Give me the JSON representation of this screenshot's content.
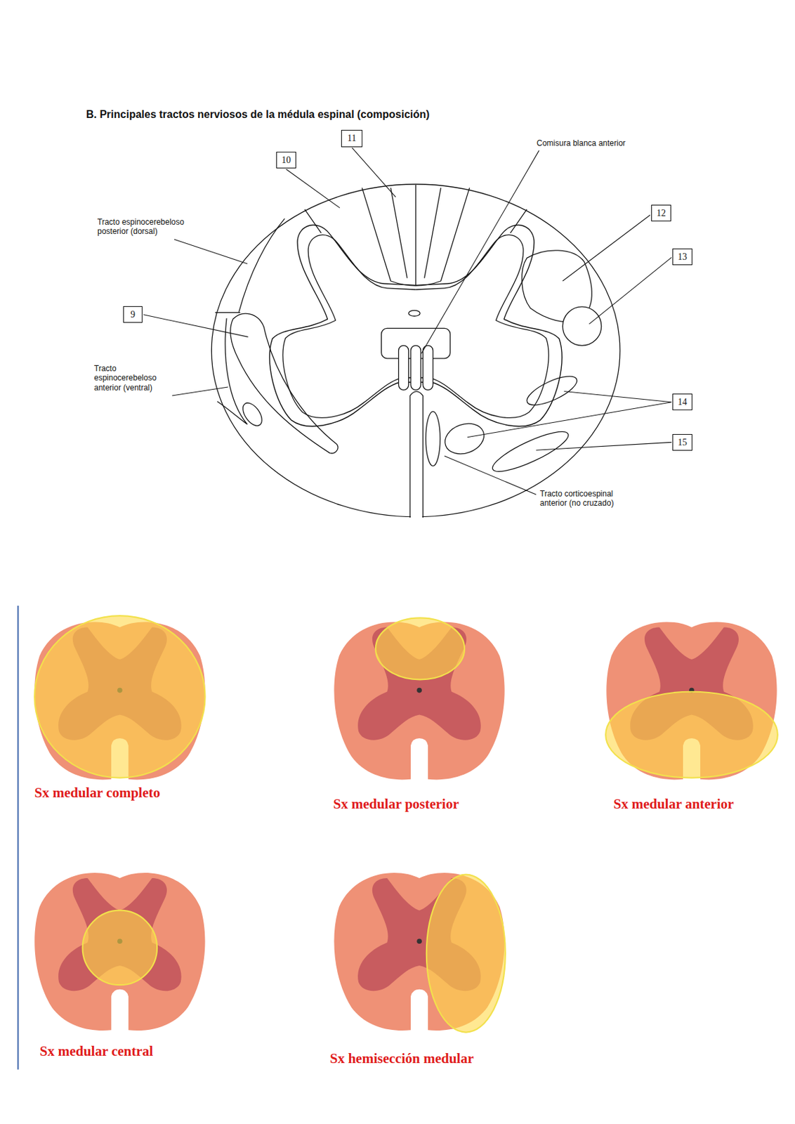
{
  "diagram": {
    "title": "B. Principales tractos nerviosos de la médula espinal (composición)",
    "nodes": [
      {
        "text": [
          "11"
        ]
      },
      {
        "text": [
          "10"
        ]
      },
      {
        "text": [
          "12"
        ]
      },
      {
        "text": [
          "13"
        ]
      },
      {
        "text": [
          "9"
        ]
      },
      {
        "text": [
          "14"
        ]
      },
      {
        "text": [
          "15"
        ]
      }
    ],
    "labels": [
      "Comisura blanca anterior",
      "Tracto espinocerebeloso posterior (dorsal)",
      "Tracto espinocerebeloso anterior (ventral)",
      "Tracto corticoespinal anterior (no cruzado)",
      "Sx medular completo",
      "Sx medular posterior",
      "Sx medular anterior",
      "Sx medular central",
      "Sx hemisección medular"
    ]
  }
}
